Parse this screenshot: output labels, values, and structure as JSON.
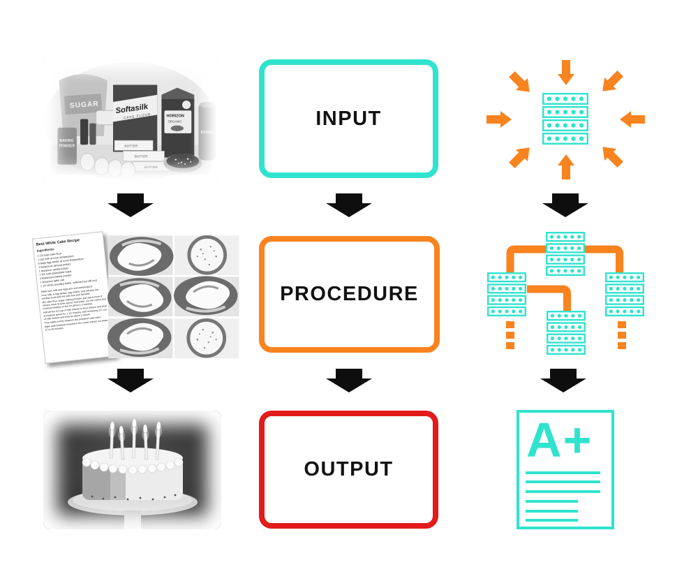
{
  "colors": {
    "teal": "#30E3CF",
    "orange": "#F8831F",
    "red": "#E21B1B",
    "arrow_black": "#0E0E0E"
  },
  "middle_column": {
    "input": {
      "label": "INPUT"
    },
    "procedure": {
      "label": "PROCEDURE"
    },
    "output": {
      "label": "OUTPUT"
    }
  },
  "left_column": {
    "ingredients_photo": {
      "labels": {
        "sugar": "SUGAR",
        "flour_brand": "Softasilk",
        "flour_type": "CAKE FLOUR",
        "milk_brand": "HORIZON",
        "milk_type": "ORGANIC",
        "butter": "BUTTER",
        "baking_powder_1": "BAKING",
        "baking_powder_2": "POWDER",
        "shortening": "Crisco"
      }
    },
    "recipe_card": {
      "title": "Best White Cake Recipe",
      "ingredients_heading": "Ingredients:",
      "ingredients": [
        "2 1/4 cups cake flour",
        "1 cup milk at room temperature",
        "6 large egg whites at room temperature",
        "2 teaspoons almond extract",
        "1 teaspoon vanilla extract",
        "1 3/4 cups granulated sugar",
        "4 teaspoons baking powder",
        "1 teaspoon table salt",
        "1 1/2 sticks unsalted butter, softened but still cool"
      ],
      "instructions": [
        "Make sure milk and eggs are room temperature.",
        "Pour milk, 6 egg whites, egg whites, and extracts into medium bowl and mix with fork until blended.",
        "Mix cake flour, sugar, baking powder, and salt in bowl of electric mixer at slow speed. Add butter, cut into cubes and continue beating on low for about 1-2 minutes.",
        "Add all but 1/2 cup of milk mixture to flour mixture and beat at medium speed for 1 1/2 minutes. Add remaining 1/2 cup of milk mixture and beat for about 1 minute.",
        "Pour batter evenly between two prepared cake pans.",
        "Bake until toothpick inserted in the center comes out clean, 27 to 30 minutes."
      ]
    }
  },
  "right_column": {
    "server_icon": {
      "rows": 4,
      "dots_per_row": 5
    },
    "result_document": {
      "grade": "A+"
    }
  }
}
